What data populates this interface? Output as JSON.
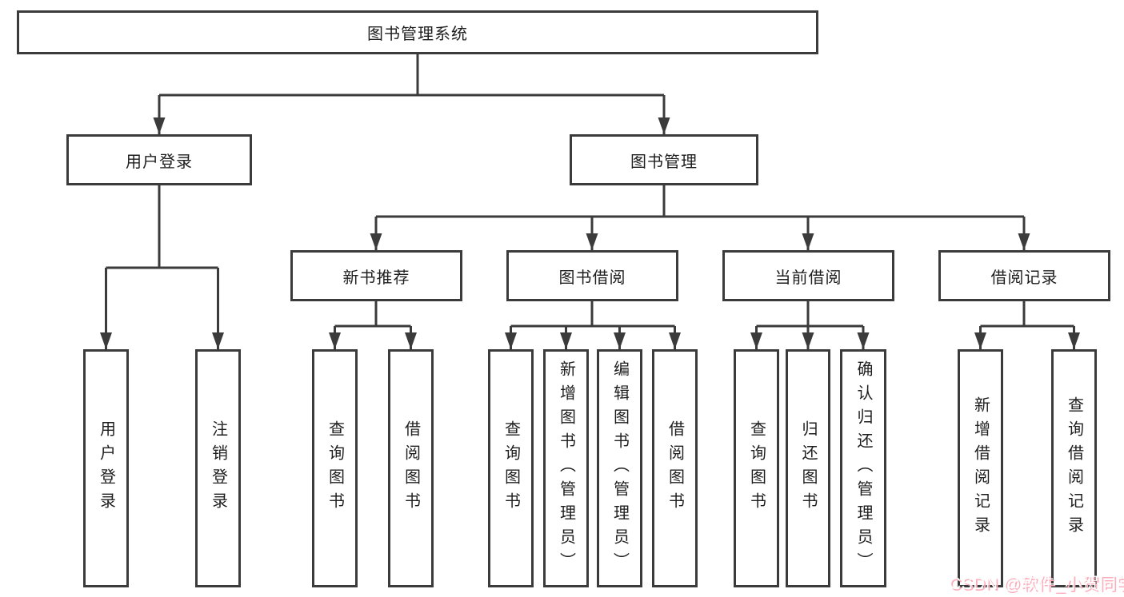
{
  "diagram": {
    "colors": {
      "line": "#3b3b3b",
      "box_border": "#3b3b3b",
      "box_background": "#ffffff",
      "text": "#1e1e1e",
      "watermark_text": "#fdfdfd",
      "watermark_shadow": "#fdaebc"
    },
    "nodes": {
      "root": "图书管理系统",
      "user_login": "用户登录",
      "book_management": "图书管理",
      "new_book_recommend": "新书推荐",
      "book_borrowing": "图书借阅",
      "current_borrowing": "当前借阅",
      "borrowing_records": "借阅记录",
      "leaf_user_login": "用户登录",
      "leaf_logout": "注销登录",
      "recommend_query_books": "查询图书",
      "recommend_borrow_books": "借阅图书",
      "borrowing_query_books": "查询图书",
      "borrowing_add_books": "新增图书（管理员）",
      "borrowing_edit_books": "编辑图书（管理员）",
      "borrowing_borrow_books": "借阅图书",
      "current_query_books": "查询图书",
      "current_return_books": "归还图书",
      "current_confirm_return": "确认归还（管理员）",
      "records_add_record": "新增借阅记录",
      "records_query_record": "查询借阅记录"
    },
    "watermark": "CSDN @软件_小贺同学"
  }
}
